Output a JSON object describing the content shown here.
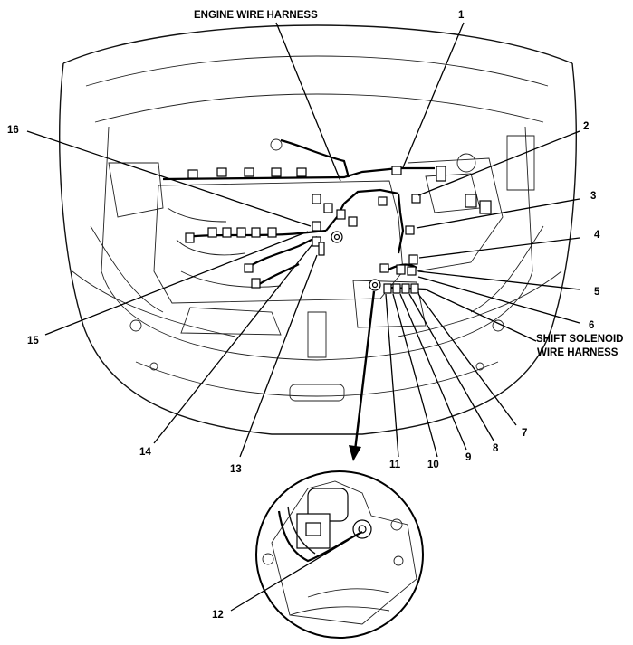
{
  "labels": {
    "engine_wire_harness": "ENGINE WIRE HARNESS",
    "shift_solenoid_line1": "SHIFT SOLENOID",
    "shift_solenoid_line2": "WIRE HARNESS",
    "c1": "1",
    "c2": "2",
    "c3": "3",
    "c4": "4",
    "c5": "5",
    "c6": "6",
    "c7": "7",
    "c8": "8",
    "c9": "9",
    "c10": "10",
    "c11": "11",
    "c12": "12",
    "c13": "13",
    "c14": "14",
    "c15": "15",
    "c16": "16"
  }
}
